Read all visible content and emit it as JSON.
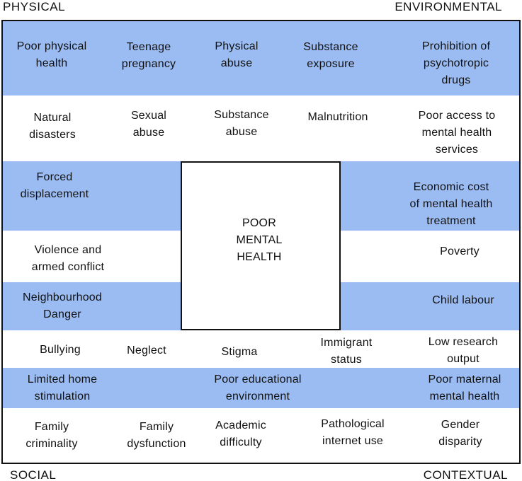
{
  "corners": {
    "top_left": "PHYSICAL",
    "top_right": "ENVIRONMENTAL",
    "bottom_left": "SOCIAL",
    "bottom_right": "CONTEXTUAL"
  },
  "center": "POOR\nMENTAL\nHEALTH",
  "colors": {
    "band": "#9bbcf2",
    "border": "#111111"
  },
  "items": [
    "Poor physical\nhealth",
    "Teenage\npregnancy",
    "Physical\nabuse",
    "Substance\nexposure",
    "Prohibition of\npsychotropic\ndrugs",
    "Natural\ndisasters",
    "Sexual\nabuse",
    "Substance\nabuse",
    "Malnutrition",
    "Poor access to\nmental health\nservices",
    "Forced\ndisplacement",
    "Economic cost\nof mental health\ntreatment",
    "Violence and\narmed conflict",
    "Poverty",
    "Neighbourhood\nDanger",
    "Child labour",
    "Bullying",
    "Neglect",
    "Stigma",
    "Immigrant\nstatus",
    "Low research\noutput",
    "Limited home\nstimulation",
    "Poor educational\nenvironment",
    "Poor maternal\nmental health",
    "Family\ncriminality",
    "Family\ndysfunction",
    "Academic\ndifficulty",
    "Pathological\ninternet use",
    "Gender\ndisparity"
  ]
}
